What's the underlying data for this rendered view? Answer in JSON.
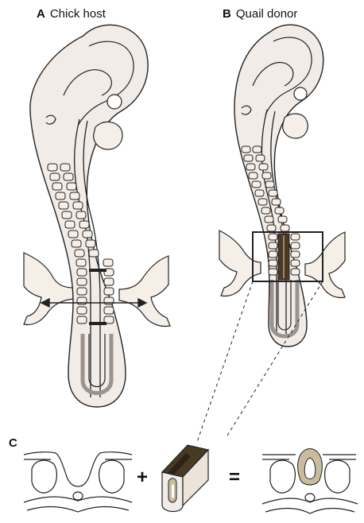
{
  "panels": [
    {
      "letter": "A",
      "caption": "Chick host"
    },
    {
      "letter": "B",
      "caption": "Quail donor"
    },
    {
      "letter": "C",
      "caption": ""
    }
  ],
  "operators": {
    "plus": "+",
    "equals": "="
  },
  "colors": {
    "outline": "#222222",
    "embryo_fill": "#f1ece8",
    "embryo_shade": "#d9cfc9",
    "somite_fill": "#f7eee6",
    "neural_grey": "#b8b0ab",
    "graft_dark": "#4a3a24",
    "graft_tan": "#c9bc9c"
  }
}
